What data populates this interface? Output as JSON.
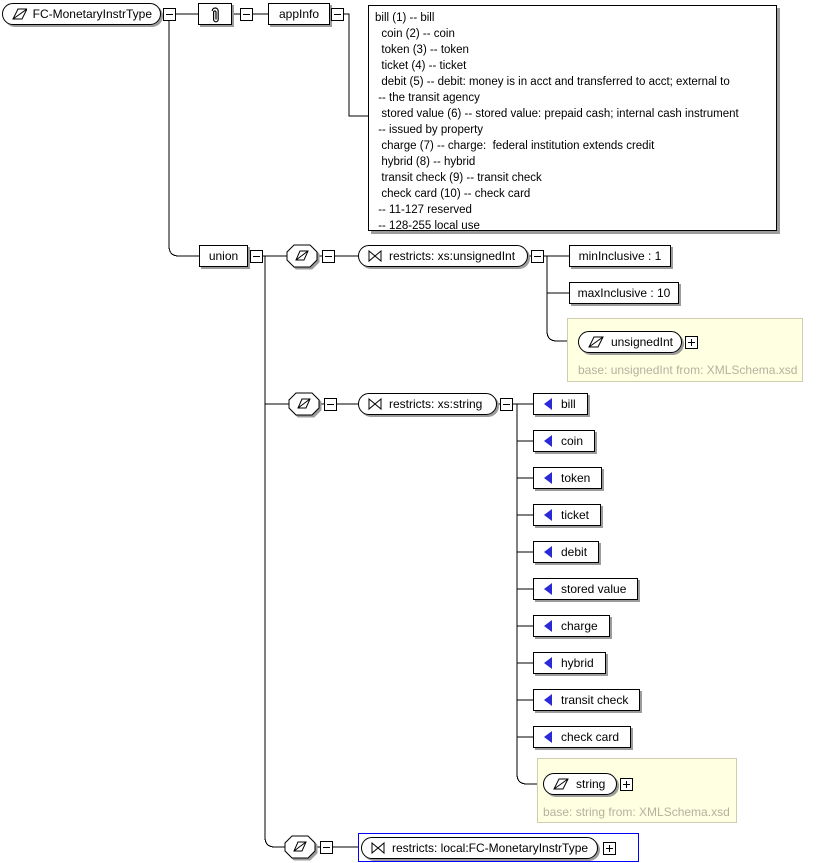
{
  "root_type": {
    "label": "FC-MonetaryInstrType"
  },
  "annotation": {
    "appinfo_label": "appInfo",
    "doc_lines": [
      "bill (1) -- bill",
      "  coin (2) -- coin",
      "  token (3) -- token",
      "  ticket (4) -- ticket",
      "  debit (5) -- debit: money is in acct and transferred to acct; external to",
      " -- the transit agency",
      "  stored value (6) -- stored value: prepaid cash; internal cash instrument",
      " -- issued by property",
      "  charge (7) -- charge:  federal institution extends credit",
      "  hybrid (8) -- hybrid",
      "  transit check (9) -- transit check",
      "  check card (10) -- check card",
      " -- 11-127 reserved",
      " -- 128-255 local use"
    ]
  },
  "union": {
    "label": "union"
  },
  "facet_branch": {
    "restriction_label": "restricts: xs:unsignedInt",
    "facets": {
      "min": "minInclusive : 1",
      "max": "maxInclusive : 10"
    },
    "base_type": {
      "label": "unsignedInt",
      "note": "base: unsignedInt from: XMLSchema.xsd"
    }
  },
  "enum_branch": {
    "restriction_label": "restricts: xs:string",
    "enumerations": [
      "bill",
      "coin",
      "token",
      "ticket",
      "debit",
      "stored value",
      "charge",
      "hybrid",
      "transit check",
      "check card"
    ],
    "base_type": {
      "label": "string",
      "note": "base: string from: XMLSchema.xsd"
    }
  },
  "local_branch": {
    "restriction_label": "restricts: local:FC-MonetaryInstrType"
  },
  "colors": {
    "enum_icon": "#2929d6",
    "highlight_border": "#0000ff",
    "base_box_bg": "#ffffe1",
    "base_box_border": "#cfcdb0",
    "base_note_text": "#b5b2a0",
    "shadow": "#9c9c9c"
  }
}
